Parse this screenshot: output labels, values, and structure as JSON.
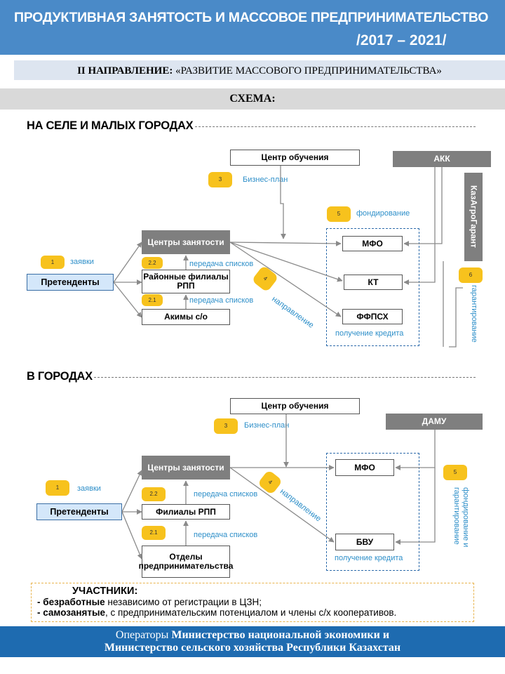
{
  "header": {
    "title": "ПРОДУКТИВНАЯ ЗАНЯТОСТЬ И МАССОВОЕ ПРЕДПРИНИМАТЕЛЬСТВО",
    "years": "/2017 – 2021/"
  },
  "direction": {
    "label": "II НАПРАВЛЕНИЕ:",
    "name": " «РАЗВИТИЕ МАССОВОГО ПРЕДПРИНИМАТЕЛЬСТВА»"
  },
  "scheme_title": "СХЕМА:",
  "rural": {
    "title": "НА СЕЛЕ И МАЛЫХ ГОРОДАХ",
    "training_center": "Центр обучения",
    "akk": "АКК",
    "kazagro": "КазАгроГарант",
    "employment_centers": "Центры занятости",
    "rpp_branches": "Районные филиалы РПП",
    "akims": "Акимы с/о",
    "applicants": "Претенденты",
    "mfo": "МФО",
    "kt": "КТ",
    "ffpsh": "ФФПСХ",
    "steps": {
      "s1": "1",
      "s1_label": "заявки",
      "s21": "2.1",
      "s21_label": "передача списков",
      "s22": "2.2",
      "s22_label": "передача списков",
      "s3": "3",
      "s3_label": "Бизнес-план",
      "s4": "4",
      "s4_label": "направление",
      "s5": "5",
      "s5_label": "фондирование",
      "s6": "6",
      "s6_label": "гарантирование"
    },
    "credit_label": "получение кредита"
  },
  "urban": {
    "title": "В ГОРОДАХ",
    "training_center": "Центр обучения",
    "damu": "ДАМУ",
    "employment_centers": "Центры занятости",
    "rpp_branches": "Филиалы РПП",
    "business_depts": "Отделы предпринимательства",
    "applicants": "Претенденты",
    "mfo": "МФО",
    "bvu": "БВУ",
    "steps": {
      "s1": "1",
      "s1_label": "заявки",
      "s21": "2.1",
      "s21_label": "передача списков",
      "s22": "2.2",
      "s22_label": "передача списков",
      "s3": "3",
      "s3_label": "Бизнес-план",
      "s4": "4",
      "s4_label": "направление",
      "s5": "5",
      "s5_label": "фондирование и гарантирование"
    },
    "credit_label": "получение кредита"
  },
  "participants": {
    "title": "УЧАСТНИКИ",
    "line1_bold": "- безработные",
    "line1_rest": " независимо от регистрации в ЦЗН;",
    "line2_bold": "- самозанятые",
    "line2_rest": ", с предпринимательским потенциалом и члены с/х кооперативов."
  },
  "footer": {
    "prefix": "Операторы ",
    "line1_bold": "Министерство национальной экономики и",
    "line2_bold": "Министерство сельского хозяйства Республики Казахстан"
  },
  "colors": {
    "header_bg": "#4a8ac8",
    "footer_bg": "#1e6bb0",
    "badge": "#f7c21d",
    "gray_box": "#7f7f7f",
    "accent_text": "#2e8fc9"
  }
}
